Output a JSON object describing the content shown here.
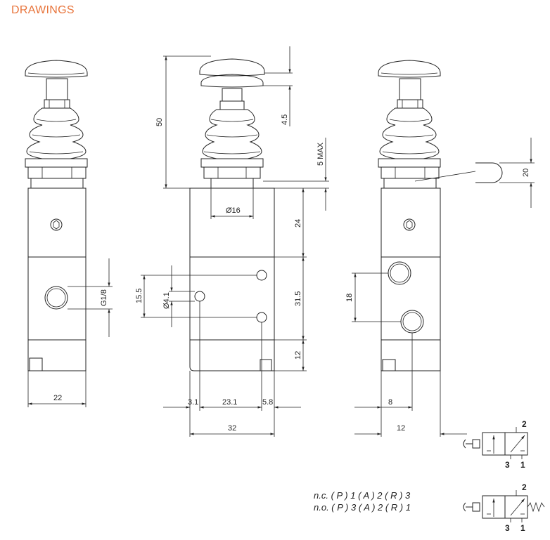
{
  "title": "DRAWINGS",
  "dimensions": {
    "d50": "50",
    "d4_5": "4.5",
    "d5max": "5 MAX",
    "d16": "Ø16",
    "d24": "24",
    "d31_5": "31.5",
    "d12v": "12",
    "d15_5": "15.5",
    "d4_1": "Ø4.1",
    "dG18": "G1/8",
    "d22": "22",
    "d3_1": "3.1",
    "d23_1": "23.1",
    "d5_8": "5.8",
    "d32": "32",
    "d18": "18",
    "d8": "8",
    "d12h": "12",
    "d20": "20"
  },
  "legend": {
    "nc": "n.c. ( P ) 1 ( A ) 2 ( R ) 3",
    "no": "n.o. ( P ) 3 ( A ) 2 ( R ) 1"
  },
  "symbols": {
    "top": {
      "port_a": "2",
      "port_r": "3",
      "port_p": "1"
    },
    "bottom": {
      "port_a": "2",
      "port_r": "3",
      "port_p": "1"
    }
  }
}
